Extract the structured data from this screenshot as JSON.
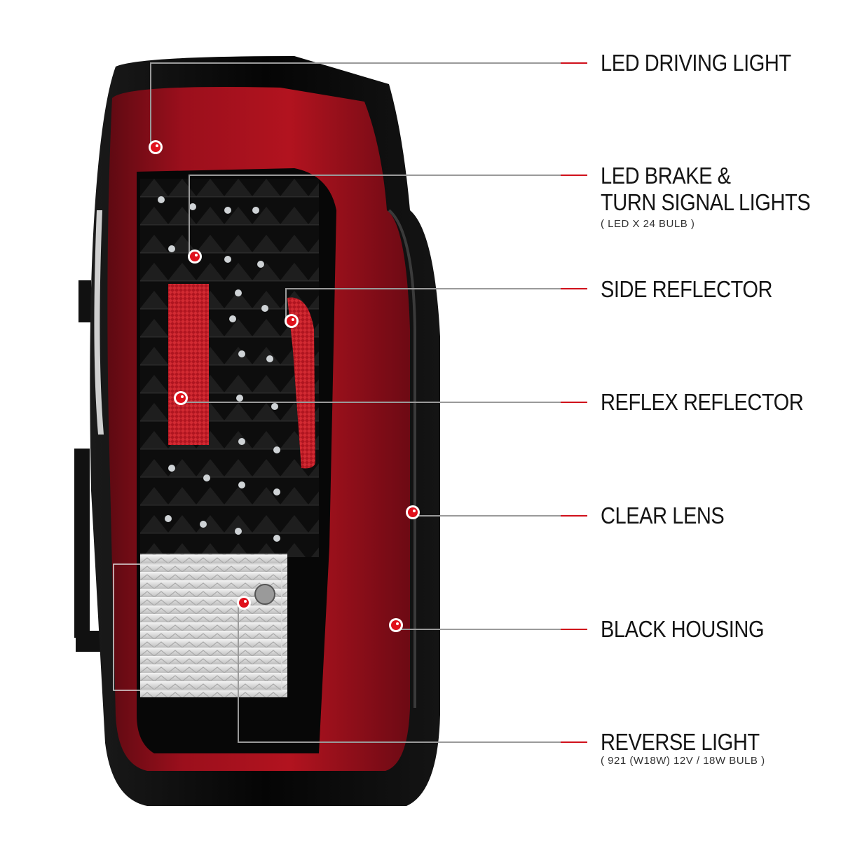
{
  "colors": {
    "accent": "#d0101b",
    "leader_line": "#9a9a9a",
    "housing": "#0c0c0c",
    "lens_red": "#a3101c",
    "reflector_red": "#c01822",
    "clear_lens": "#e6e6e6"
  },
  "callouts": [
    {
      "id": "led-driving-light",
      "lines": [
        "LED DRIVING LIGHT"
      ],
      "note": ""
    },
    {
      "id": "led-brake-turn",
      "lines": [
        "LED BRAKE &",
        "TURN SIGNAL LIGHTS"
      ],
      "note": "( LED X 24  BULB )"
    },
    {
      "id": "side-reflector",
      "lines": [
        "SIDE REFLECTOR"
      ],
      "note": ""
    },
    {
      "id": "reflex-reflector",
      "lines": [
        "REFLEX REFLECTOR"
      ],
      "note": ""
    },
    {
      "id": "clear-lens",
      "lines": [
        "CLEAR LENS"
      ],
      "note": ""
    },
    {
      "id": "black-housing",
      "lines": [
        "BLACK HOUSING"
      ],
      "note": ""
    },
    {
      "id": "reverse-light",
      "lines": [
        "REVERSE LIGHT"
      ],
      "note": "( 921 (W18W)  12V / 18W  BULB )"
    }
  ]
}
